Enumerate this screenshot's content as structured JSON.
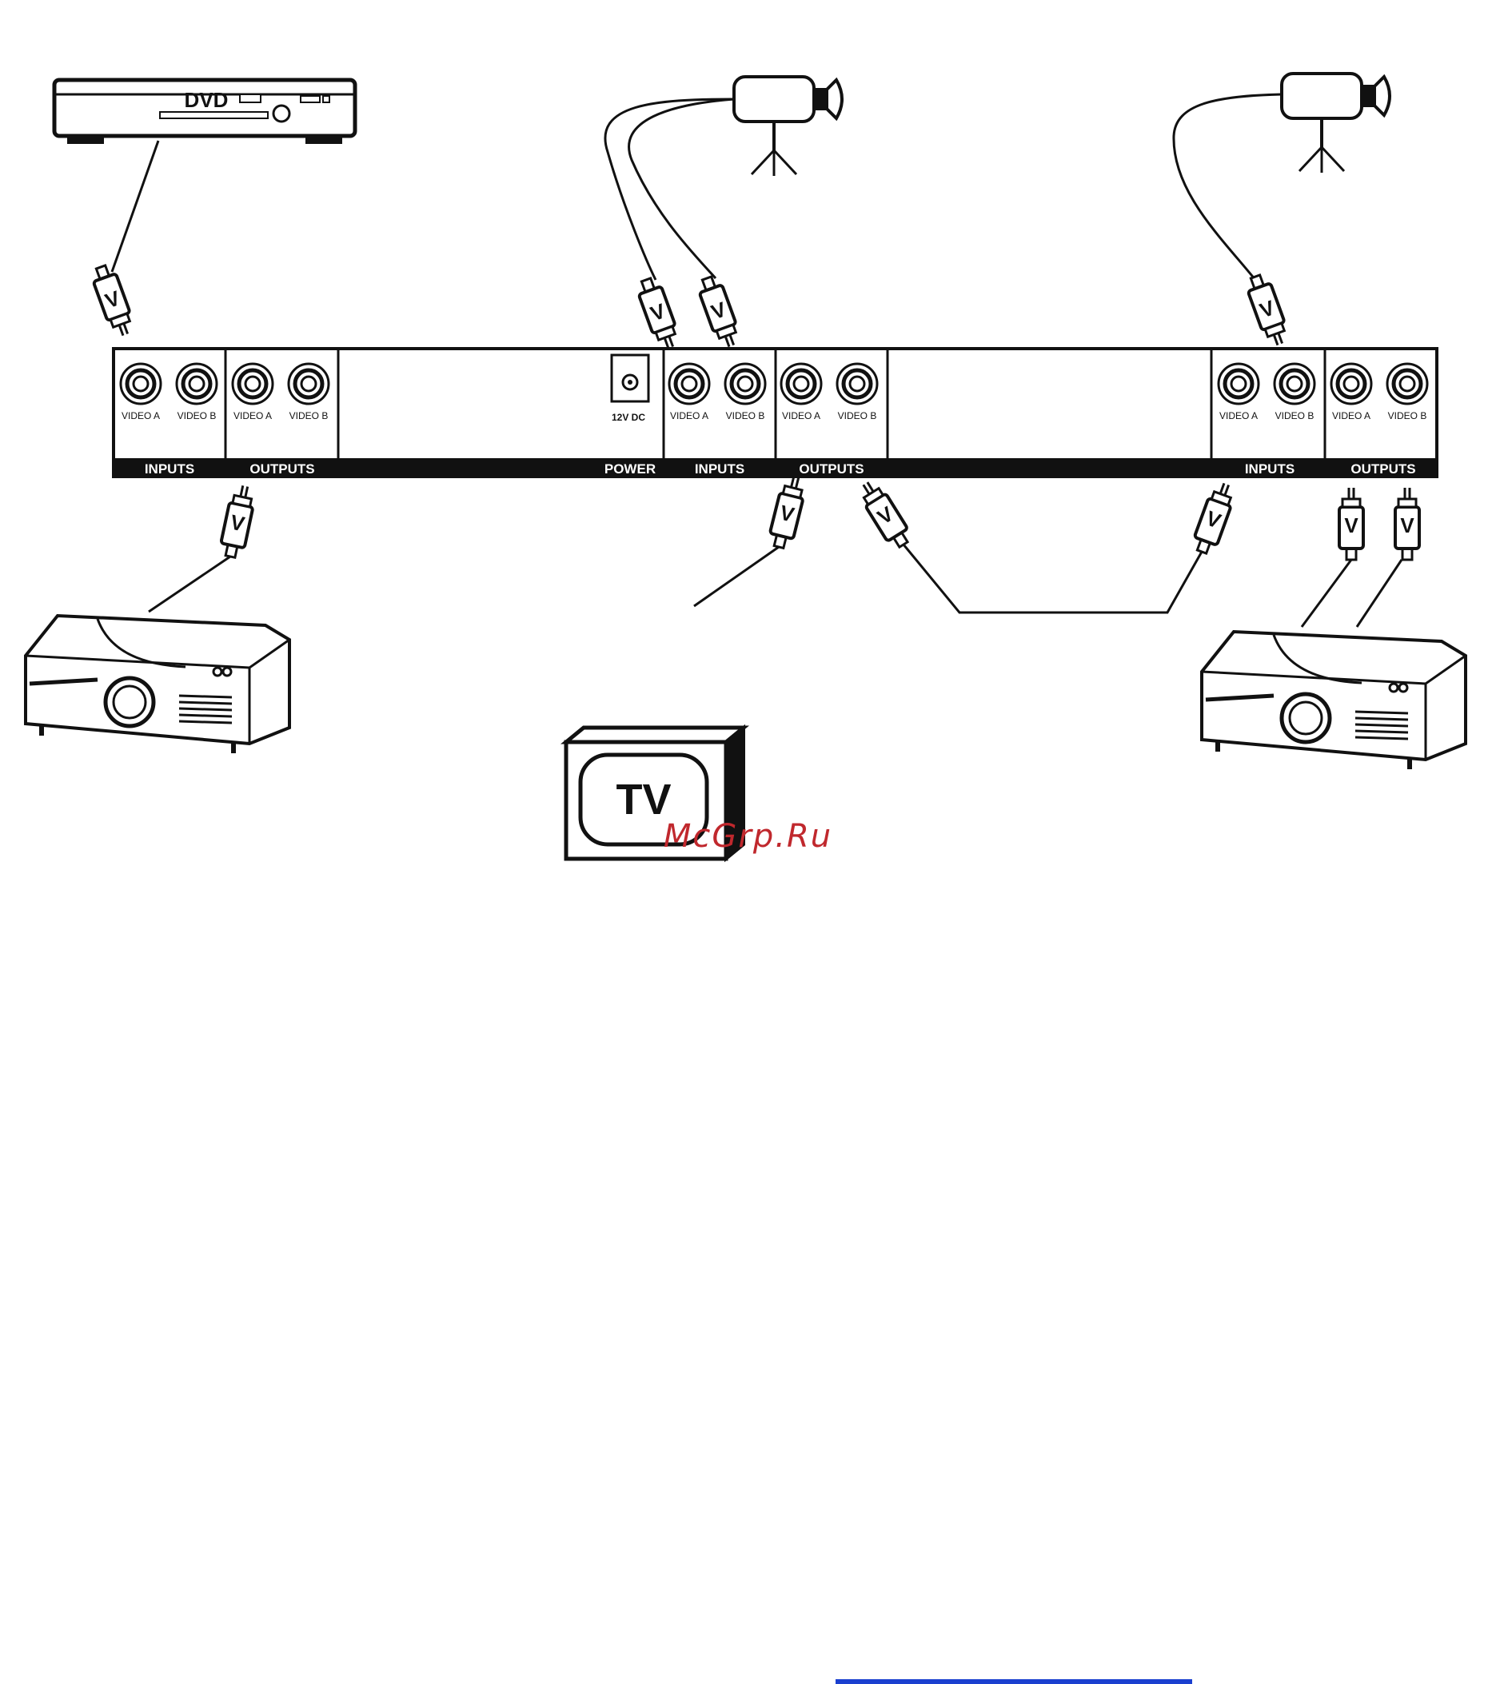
{
  "devices": {
    "dvd_label": "DVD",
    "tv_label": "TV"
  },
  "plug_letter": "V",
  "jack_labels": {
    "video_a": "VIDEO A",
    "video_b": "VIDEO B"
  },
  "panel": {
    "power_jack_label": "12V DC",
    "bar_labels": {
      "inputs_1": "INPUTS",
      "outputs_1": "OUTPUTS",
      "power": "POWER",
      "inputs_2": "INPUTS",
      "outputs_2": "OUTPUTS",
      "inputs_3": "INPUTS",
      "outputs_3": "OUTPUTS"
    }
  },
  "watermark": "McGrp.Ru",
  "colors": {
    "ink": "#111111",
    "watermark": "#c0282d",
    "bottom_rule": "#1a3fcf"
  }
}
